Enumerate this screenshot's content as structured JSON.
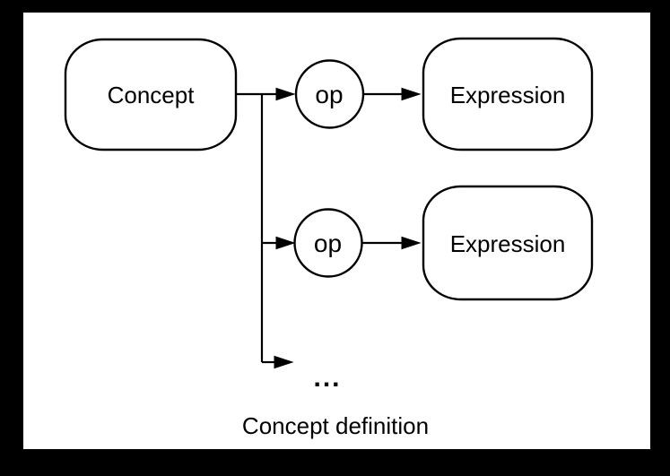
{
  "canvas": {
    "frame_color": "#000000",
    "surface_color": "#ffffff",
    "stroke_color": "#000000",
    "text_color": "#000000"
  },
  "diagram": {
    "caption": "Concept definition",
    "ellipsis": "...",
    "nodes": {
      "concept": {
        "label": "Concept",
        "shape": "rounded-box"
      },
      "op_top": {
        "label": "op",
        "shape": "circle"
      },
      "expression_top": {
        "label": "Expression",
        "shape": "rounded-box"
      },
      "op_middle": {
        "label": "op",
        "shape": "circle"
      },
      "expression_middle": {
        "label": "Expression",
        "shape": "rounded-box"
      }
    },
    "edges": [
      {
        "from": "Concept",
        "to": "op (top)"
      },
      {
        "from": "op (top)",
        "to": "Expression (top)"
      },
      {
        "from": "Concept",
        "to": "op (middle)"
      },
      {
        "from": "op (middle)",
        "to": "Expression (middle)"
      },
      {
        "from": "Concept",
        "to": "... (more operations)"
      }
    ]
  }
}
